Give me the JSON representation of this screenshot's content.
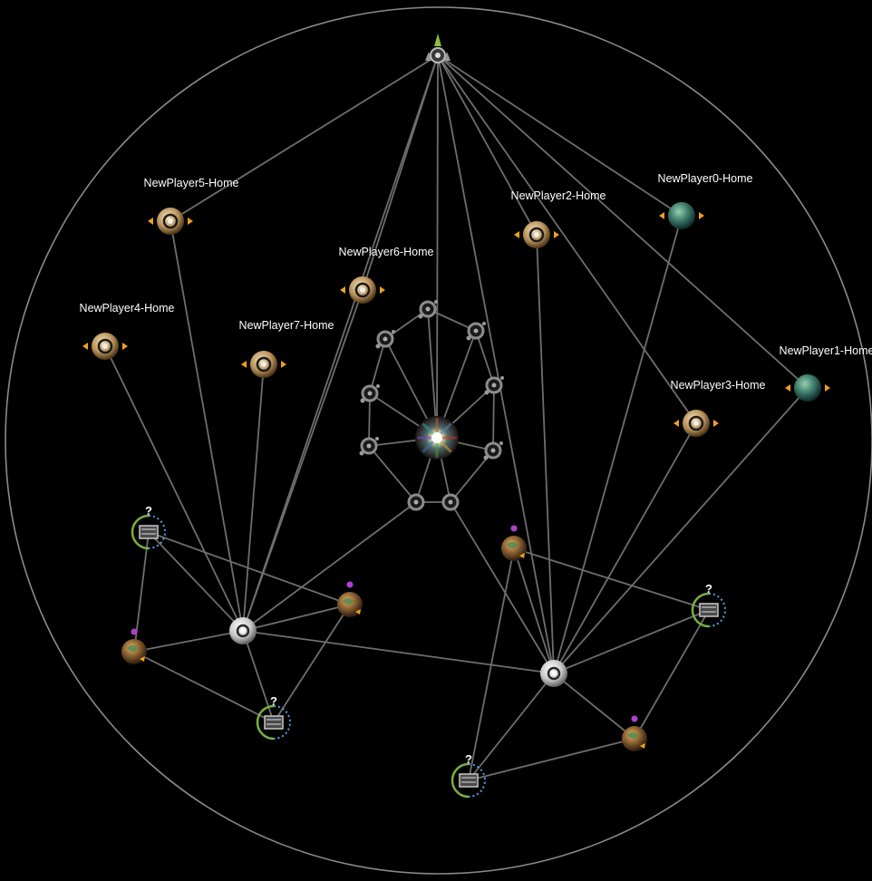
{
  "map": {
    "colors": {
      "background": "#000000",
      "boundary": "#8a8a8a",
      "lane": "#6e6e6e",
      "arrow": "#f0a020",
      "anomaly": "#b040d0",
      "green_arc": "#7ab040",
      "blue_arc": "#4aa8e0"
    },
    "home_systems": [
      {
        "id": "p5",
        "label": "NewPlayer5-Home",
        "planet": "barren"
      },
      {
        "id": "p6",
        "label": "NewPlayer6-Home",
        "planet": "barren"
      },
      {
        "id": "p2",
        "label": "NewPlayer2-Home",
        "planet": "barren"
      },
      {
        "id": "p0",
        "label": "NewPlayer0-Home",
        "planet": "terran"
      },
      {
        "id": "p4",
        "label": "NewPlayer4-Home",
        "planet": "barren"
      },
      {
        "id": "p7",
        "label": "NewPlayer7-Home",
        "planet": "barren"
      },
      {
        "id": "p1",
        "label": "NewPlayer1-Home",
        "planet": "terran"
      },
      {
        "id": "p3",
        "label": "NewPlayer3-Home",
        "planet": "barren"
      }
    ],
    "unknown_marker": "?",
    "icons": {
      "top_station": "station-icon",
      "core": "galactic-core-icon",
      "hub": "moon-hub-icon",
      "unknown": "unexplored-system-icon",
      "relay": "relay-node-icon"
    }
  }
}
